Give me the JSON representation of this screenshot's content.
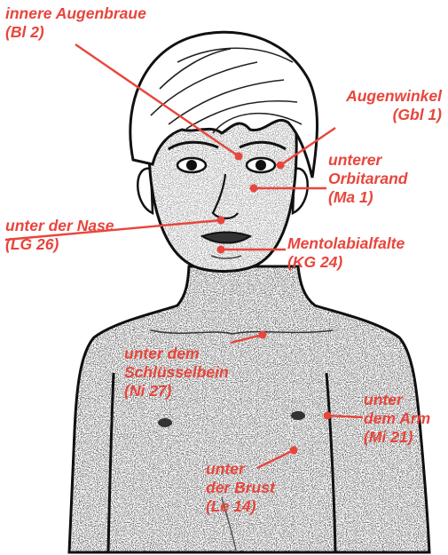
{
  "colors": {
    "accent": "#e8453c",
    "ink": "#1a1a1a",
    "paper": "#ffffff"
  },
  "illustration": {
    "name": "child-sketch-figure"
  },
  "points": [
    {
      "id": "bl2",
      "lines": [
        "innere Augenbraue",
        "(Bl 2)"
      ]
    },
    {
      "id": "gbl1",
      "lines": [
        "Augenwinkel",
        "(Gbl 1)"
      ]
    },
    {
      "id": "ma1",
      "lines": [
        "unterer",
        "Orbitarand",
        "(Ma 1)"
      ]
    },
    {
      "id": "lg26",
      "lines": [
        "unter der Nase",
        "(LG 26)"
      ]
    },
    {
      "id": "kg24",
      "lines": [
        "Mentolabialfalte",
        "(KG 24)"
      ]
    },
    {
      "id": "ni27",
      "lines": [
        "unter dem",
        "Schlüsselbein",
        "(Ni 27)"
      ]
    },
    {
      "id": "mi21",
      "lines": [
        "unter",
        "dem Arm",
        "(Mi 21)"
      ]
    },
    {
      "id": "le14",
      "lines": [
        "unter",
        "der Brust",
        "(Le 14)"
      ]
    }
  ]
}
